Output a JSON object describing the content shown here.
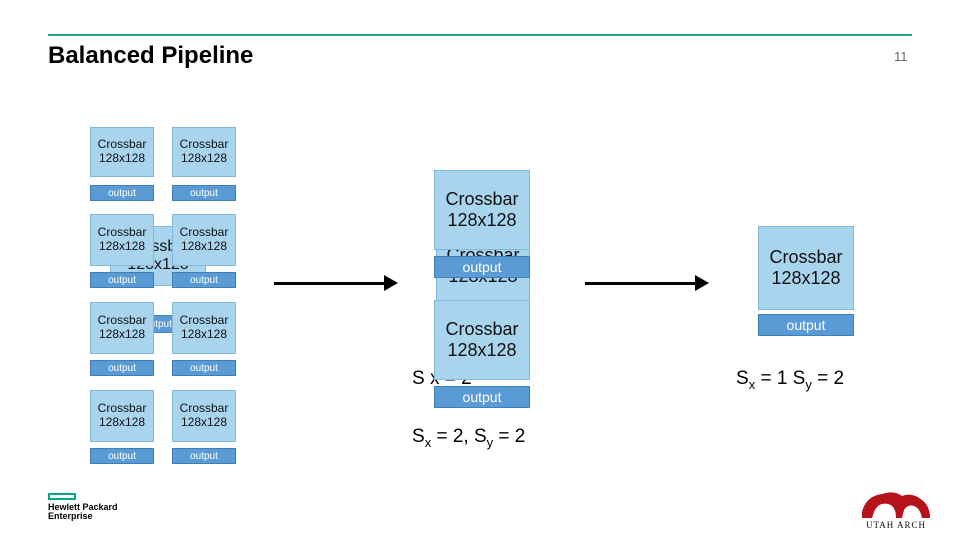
{
  "slide": {
    "title": "Balanced Pipeline",
    "page_number": "11"
  },
  "block": {
    "name": "Crossbar",
    "size": "128x128",
    "output": "output"
  },
  "labels": {
    "middle_a": {
      "sx": "S",
      "sx_sub": "x",
      "eq1": " = 2, S",
      "sy_sub": "y",
      "eq2": " = 2"
    },
    "right": {
      "sx": "S",
      "sx_sub": "x",
      "eq1": " = 1 S",
      "sy_sub": "y",
      "eq2": " = 2"
    },
    "middle_obscured": "S  x  = 2"
  },
  "logos": {
    "hpe_line1": "Hewlett Packard",
    "hpe_line2": "Enterprise",
    "utah": "UTAH ARCH"
  },
  "colors": {
    "crossbar_fill": "#a9d4ee",
    "output_fill": "#5b9bd5",
    "rule": "#2aa58a",
    "hpe_green": "#01a982",
    "utah_red": "#b5121b"
  }
}
